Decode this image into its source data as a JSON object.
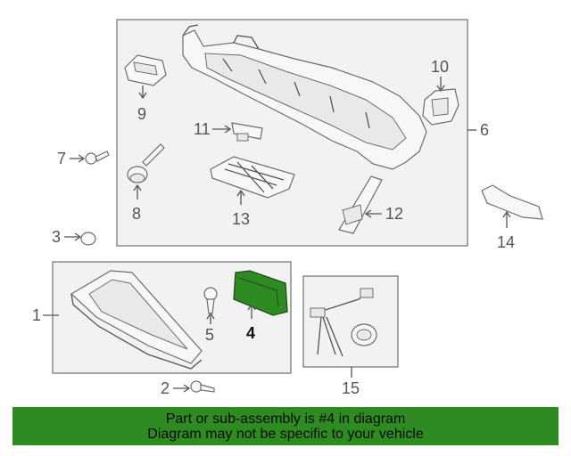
{
  "callouts": {
    "c1": "1",
    "c2": "2",
    "c3": "3",
    "c4": "4",
    "c5": "5",
    "c6": "6",
    "c7": "7",
    "c8": "8",
    "c9": "9",
    "c10": "10",
    "c11": "11",
    "c12": "12",
    "c13": "13",
    "c14": "14",
    "c15": "15"
  },
  "highlight": {
    "part": "4",
    "color": "#2e8b22"
  },
  "banner": {
    "line1": "Part or sub-assembly is #4 in diagram",
    "line2": "Diagram may not be specific to your vehicle",
    "color": "#2e8b22"
  }
}
